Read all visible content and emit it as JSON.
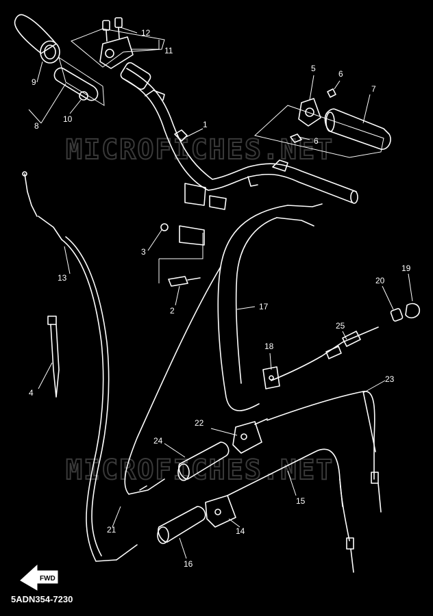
{
  "watermark": "MICROFICHES.NET",
  "diagram_code": "5ADN354-7230",
  "fwd_label": "FWD",
  "callouts": {
    "c1": "1",
    "c2": "2",
    "c3": "3",
    "c4": "4",
    "c5": "5",
    "c6a": "6",
    "c6b": "6",
    "c7": "7",
    "c8": "8",
    "c9": "9",
    "c10": "10",
    "c11": "11",
    "c12": "12",
    "c13": "13",
    "c14": "14",
    "c15": "15",
    "c16": "16",
    "c17": "17",
    "c18": "18",
    "c19": "19",
    "c20": "20",
    "c21": "21",
    "c22": "22",
    "c23": "23",
    "c24": "24",
    "c25": "25"
  }
}
